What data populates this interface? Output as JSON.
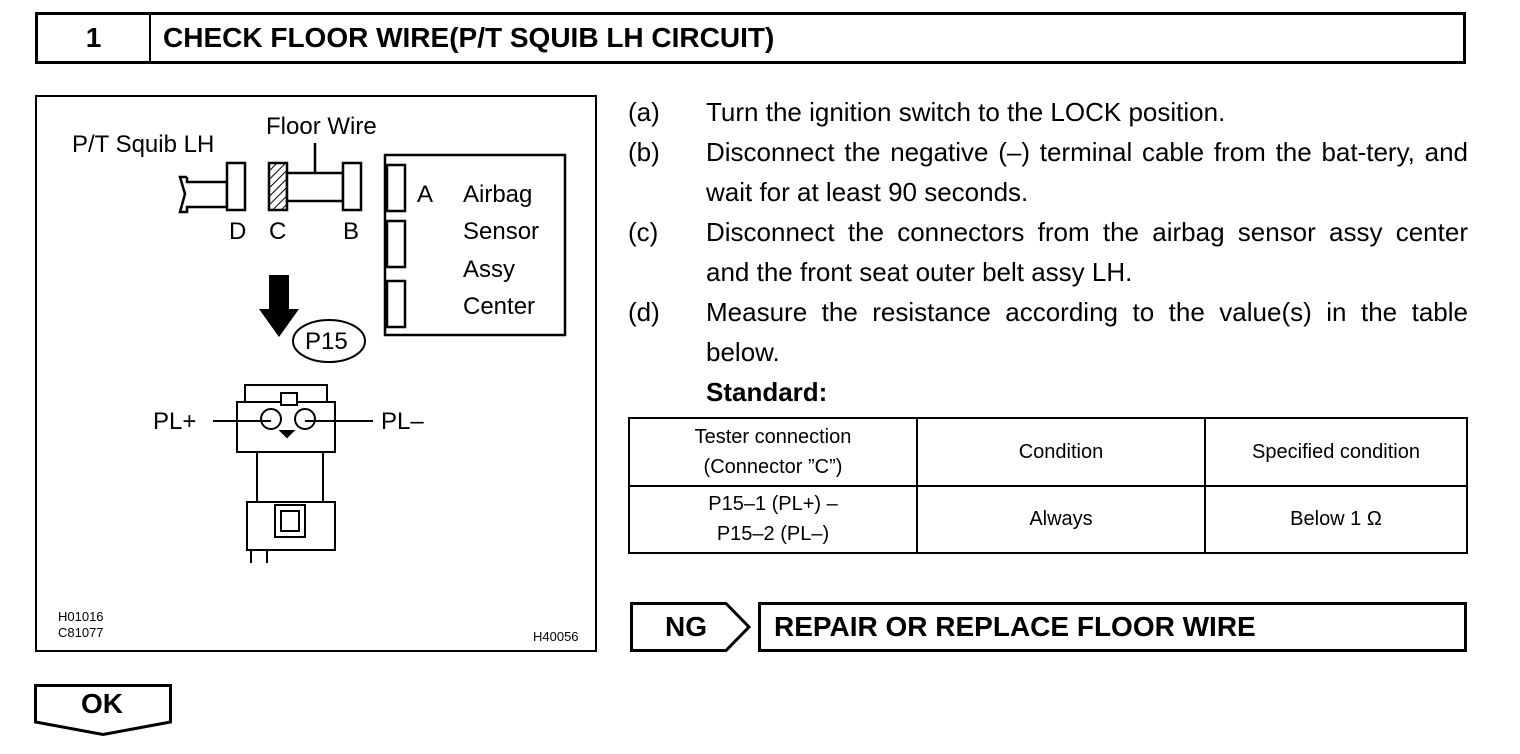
{
  "header": {
    "step_number": "1",
    "title": "CHECK FLOOR WIRE(P/T SQUIB LH CIRCUIT)"
  },
  "figure": {
    "squib_label": "P/T Squib LH",
    "floor_wire_label": "Floor Wire",
    "connector_d": "D",
    "connector_c": "C",
    "connector_b": "B",
    "connector_a": "A",
    "airbag_line1": "Airbag",
    "airbag_line2": "Sensor",
    "airbag_line3": "Assy",
    "airbag_line4": "Center",
    "connector_id": "P15",
    "pl_plus": "PL+",
    "pl_minus": "PL–",
    "code1": "H01016",
    "code2": "C81077",
    "code3": "H40056"
  },
  "steps": [
    {
      "letter": "(a)",
      "text": "Turn the ignition switch to the LOCK position."
    },
    {
      "letter": "(b)",
      "text": "Disconnect the negative (–) terminal cable from the bat-tery, and wait for at least 90 seconds."
    },
    {
      "letter": "(c)",
      "text": "Disconnect the connectors from the airbag sensor assy center and the front seat outer belt assy LH."
    },
    {
      "letter": "(d)",
      "text": "Measure the resistance according to the value(s) in the table below."
    }
  ],
  "standard_label": "Standard:",
  "table": {
    "headers": [
      "Tester connection",
      "(Connector ”C”)",
      "Condition",
      "Specified condition"
    ],
    "row": [
      "P15–1 (PL+) –",
      "P15–2 (PL–)",
      "Always",
      "Below 1 Ω"
    ]
  },
  "ng": {
    "label": "NG",
    "action": "REPAIR OR REPLACE FLOOR WIRE"
  },
  "ok": {
    "label": "OK"
  }
}
